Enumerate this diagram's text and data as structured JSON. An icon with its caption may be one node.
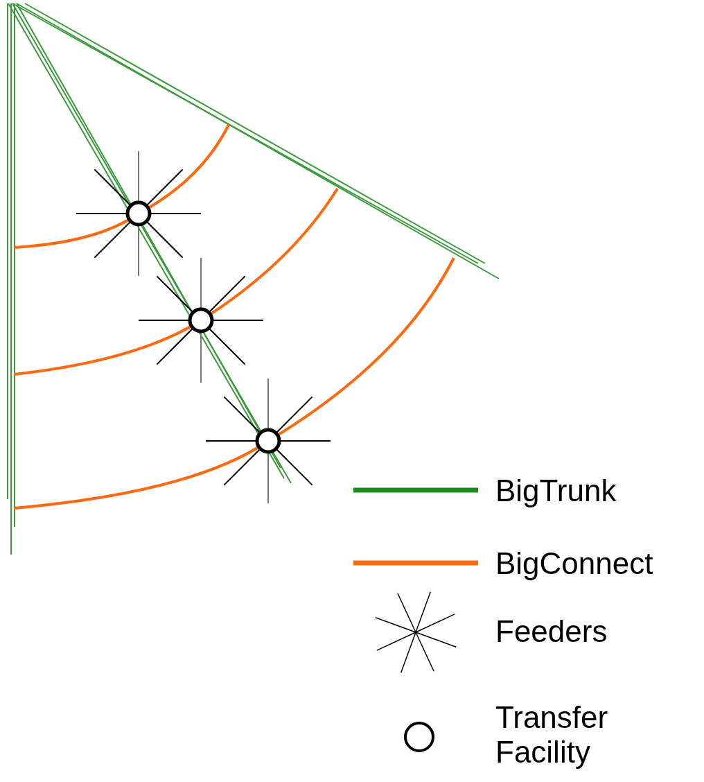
{
  "diagram": {
    "legend": [
      {
        "text": "BigTrunk"
      },
      {
        "text": "BigConnect"
      },
      {
        "text": "Feeders"
      },
      {
        "text": "Transfer Facility"
      }
    ]
  }
}
